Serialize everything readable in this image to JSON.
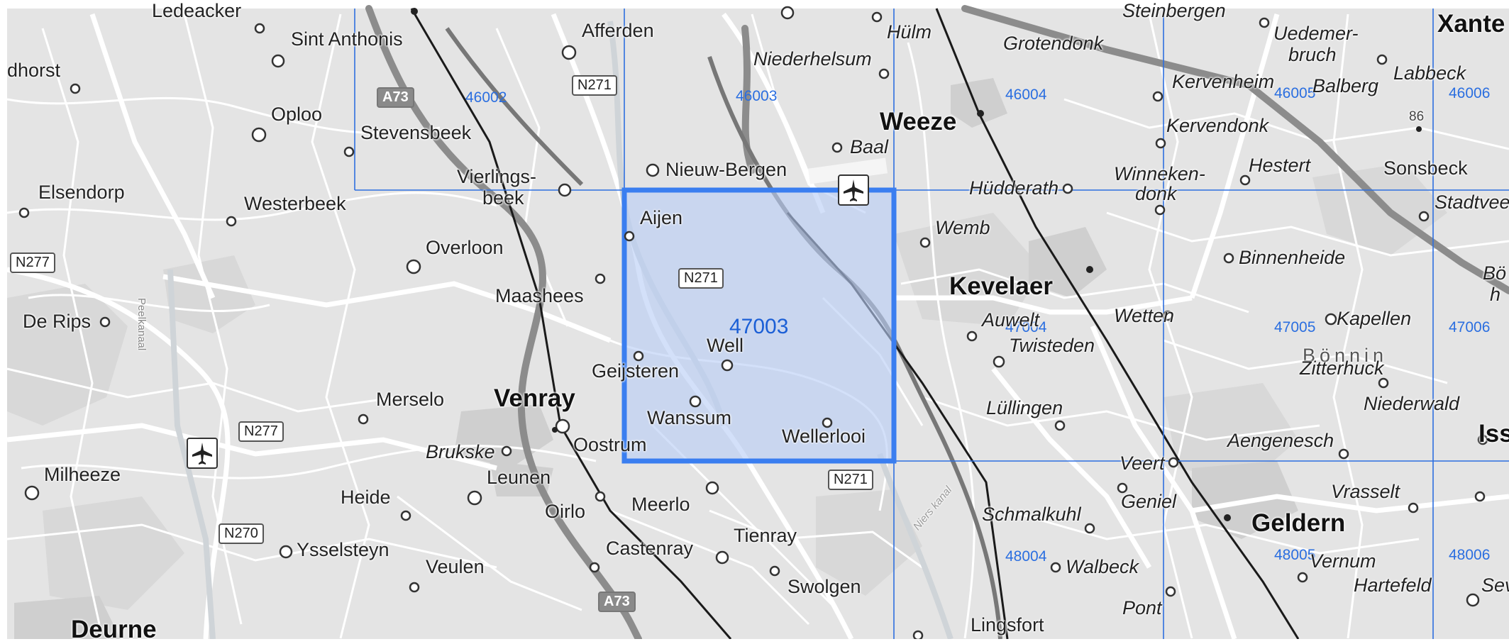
{
  "map": {
    "grid_cells": [
      {
        "id": "46002"
      },
      {
        "id": "46003"
      },
      {
        "id": "46004"
      },
      {
        "id": "46005"
      },
      {
        "id": "46006"
      },
      {
        "id": "47003",
        "selected": true
      },
      {
        "id": "47004"
      },
      {
        "id": "47005"
      },
      {
        "id": "47006"
      },
      {
        "id": "48004"
      },
      {
        "id": "48005"
      },
      {
        "id": "48006"
      }
    ],
    "places": [
      "Ledeacker",
      "Sint Anthonis",
      "Afferden",
      "Hülm",
      "Steinbergen",
      "Uedemer-",
      "bruch",
      "Xante",
      "dhorst",
      "Oploo",
      "Stevensbeek",
      "Niederhelsum",
      "Grotendonk",
      "Kervenheim",
      "Balberg",
      "Labbeck",
      "Weeze",
      "Kervendonk",
      "Baal",
      "Nieuw-Bergen",
      "Vierlings-",
      "beek",
      "Elsendorp",
      "Westerbeek",
      "Hüdderath",
      "Winneken-",
      "donk",
      "Hestert",
      "Sonsbeck",
      "Stadtvee",
      "Aijen",
      "Wemb",
      "Binnenheide",
      "Overloon",
      "Kevelaer",
      "Maashees",
      "Bö",
      "h",
      "De Rips",
      "Auwelt",
      "Twisteden",
      "Wetten",
      "Kapellen",
      "Well",
      "Geijsteren",
      "Bönnin",
      "Zitterhuck",
      "Niederwald",
      "Merselo",
      "Venray",
      "Wanssum",
      "Wellerlooi",
      "Lüllingen",
      "Iss",
      "Aengenesch",
      "Brukske",
      "Oostrum",
      "Milheeze",
      "Leunen",
      "Veert",
      "Vrasselt",
      "Geldern",
      "Heide",
      "Oirlo",
      "Meerlo",
      "Geniel",
      "Schmalkuhl",
      "Tienray",
      "Castenray",
      "Ysselsteyn",
      "Veulen",
      "Walbeck",
      "Vernum",
      "Hartefeld",
      "Sev",
      "Swolgen",
      "Pont",
      "Lingsfort",
      "Deurne",
      "Peelkanaal",
      "Niers kanal",
      "86"
    ],
    "road_shields": [
      "A73",
      "N271",
      "N271",
      "N271",
      "N277",
      "N277",
      "N270",
      "A73"
    ],
    "colors": {
      "grid_line": "#2d6fe0",
      "selection_fill": "#b8cdf5",
      "selection_border": "#3a7ef0",
      "background": "#e7e7e7"
    },
    "icons": [
      "airport-icon",
      "airport-icon"
    ]
  }
}
